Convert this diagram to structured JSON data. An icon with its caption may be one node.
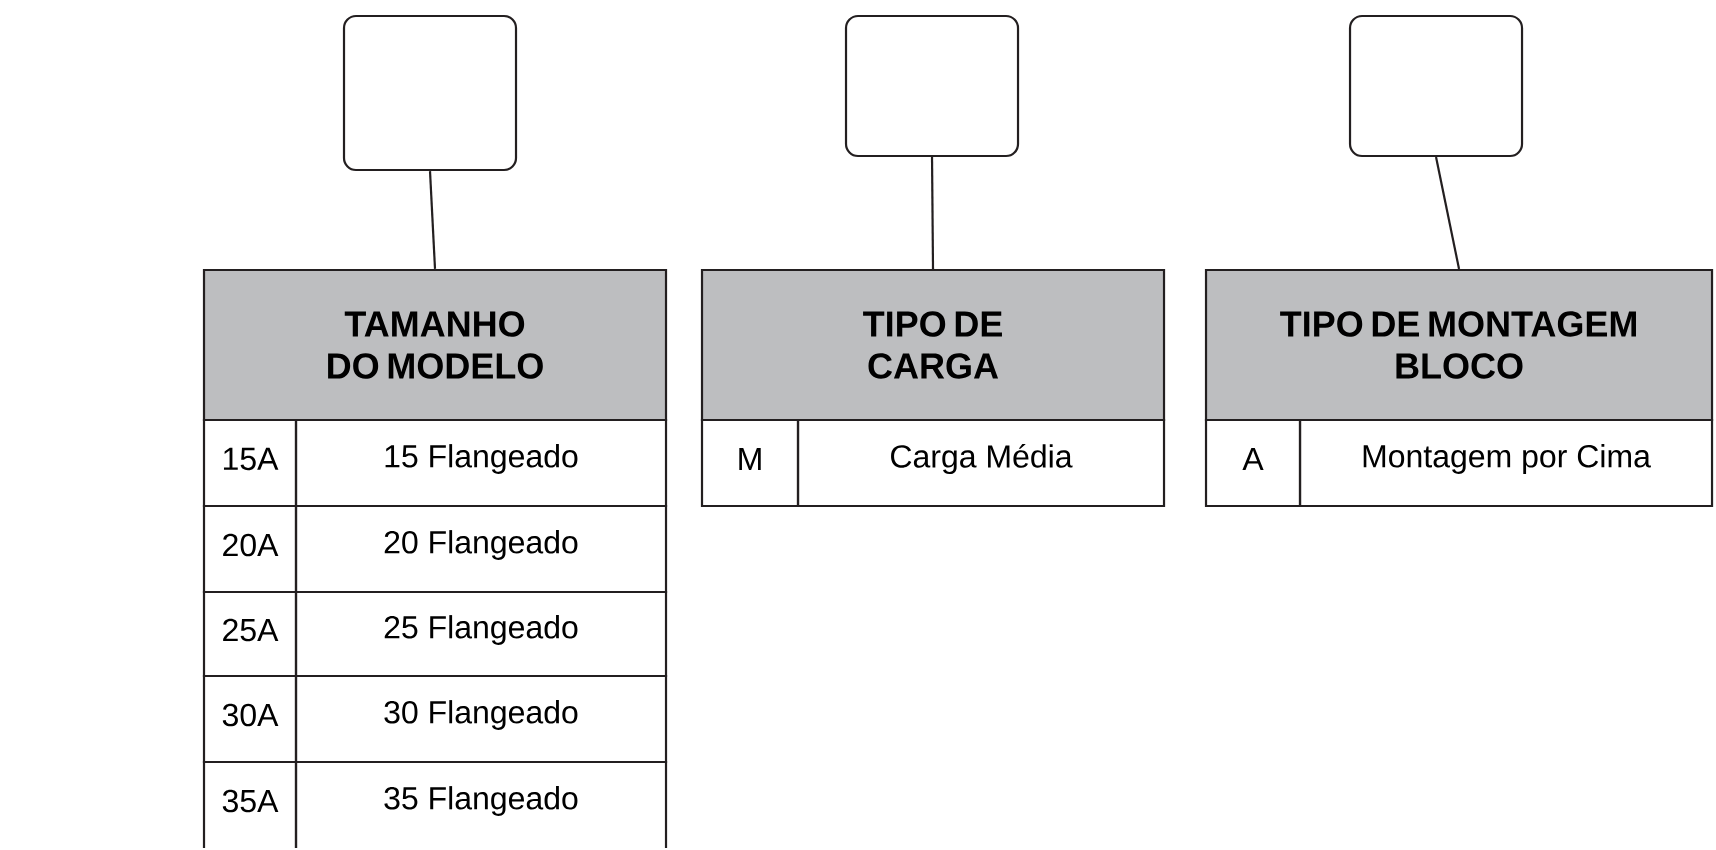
{
  "diagram": {
    "nodes": [
      {
        "text": [],
        "shape": "box"
      },
      {
        "text": [],
        "shape": "box"
      },
      {
        "text": [],
        "shape": "box"
      },
      {
        "text": [
          "TAMANHO DO MODELO"
        ]
      },
      {
        "text": [
          "TIPO DE CARGA"
        ]
      },
      {
        "text": [
          "TIPO DE MONTAGEM BLOCO"
        ]
      }
    ],
    "edges": [
      {
        "from": 0,
        "to": 3,
        "arrow": "none"
      },
      {
        "from": 1,
        "to": 4,
        "arrow": "none"
      },
      {
        "from": 2,
        "to": 5,
        "arrow": "none"
      }
    ],
    "labels": [
      "15A",
      "15 Flangeado",
      "M",
      "Carga Média",
      "A",
      "Montagem por Cima",
      "20A",
      "20 Flangeado",
      "25A",
      "25 Flangeado",
      "30A",
      "30 Flangeado",
      "35A",
      "35 Flangeado"
    ]
  }
}
